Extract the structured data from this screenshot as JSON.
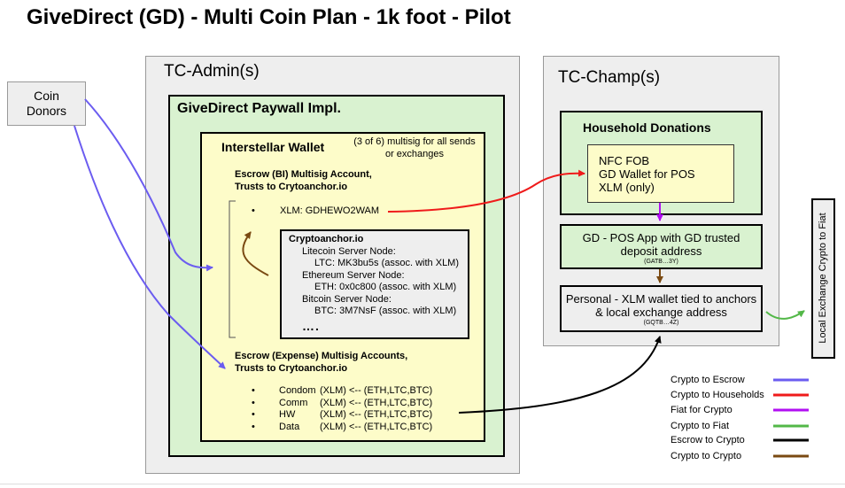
{
  "title": "GiveDirect (GD) - Multi Coin Plan - 1k foot  - Pilot",
  "coin_donors": "Coin\nDonors",
  "tc_admin": {
    "label": "TC-Admin(s)",
    "paywall": {
      "label": "GiveDirect Paywall Impl.",
      "wallet": {
        "label": "Interstellar Wallet",
        "multisig_note": "(3 of 6) multisig for all sends or exchanges",
        "escrow_bi": "Escrow (BI) Multisig Account,\nTrusts to Crytoanchor.io",
        "xlm_bullet": "•",
        "xlm_address": "XLM: GDHEWO2WAM",
        "cryptoanchor": {
          "title": "Cryptoanchor.io",
          "lines": [
            "Litecoin Server Node:",
            "LTC: MK3bu5s (assoc. with XLM)",
            "Ethereum Server Node:",
            "ETH: 0x0c800 (assoc. with XLM)",
            "Bitcoin Server Node:",
            "BTC: 3M7NsF (assoc. with XLM)"
          ],
          "more": "…."
        },
        "escrow_expense": "Escrow (Expense) Multisig Accounts,\nTrusts to Crytoanchor.io",
        "expense_bullet": "•",
        "expense_rows": [
          {
            "name": "Condom",
            "detail": "(XLM) <-- (ETH,LTC,BTC)"
          },
          {
            "name": "Comm",
            "detail": "(XLM) <-- (ETH,LTC,BTC)"
          },
          {
            "name": "HW",
            "detail": "(XLM) <-- (ETH,LTC,BTC)"
          },
          {
            "name": "Data",
            "detail": "(XLM) <-- (ETH,LTC,BTC)"
          }
        ]
      }
    }
  },
  "tc_champ": {
    "label": "TC-Champ(s)",
    "household": {
      "label": "Household Donations",
      "nfc": "NFC FOB\nGD Wallet for POS\nXLM (only)"
    },
    "pos_app": {
      "text": "GD - POS App with GD trusted\ndeposit address",
      "sub": "(GATB…3Y)"
    },
    "personal": {
      "text": "Personal - XLM wallet tied to anchors\n& local exchange address",
      "sub": "(GQTB…4Z)"
    }
  },
  "local_exchange": "Local Exchange Crypto to Fiat",
  "legend": [
    {
      "label": "Crypto to Escrow",
      "color": "#6b5cf0"
    },
    {
      "label": "Crypto to Households",
      "color": "#ef1b1b"
    },
    {
      "label": "Fiat for Crypto",
      "color": "#b10ff2"
    },
    {
      "label": "Crypto to Fiat",
      "color": "#53b848"
    },
    {
      "label": "Escrow to Crypto",
      "color": "#000000"
    },
    {
      "label": "Crypto to Crypto",
      "color": "#7a4a12"
    }
  ]
}
